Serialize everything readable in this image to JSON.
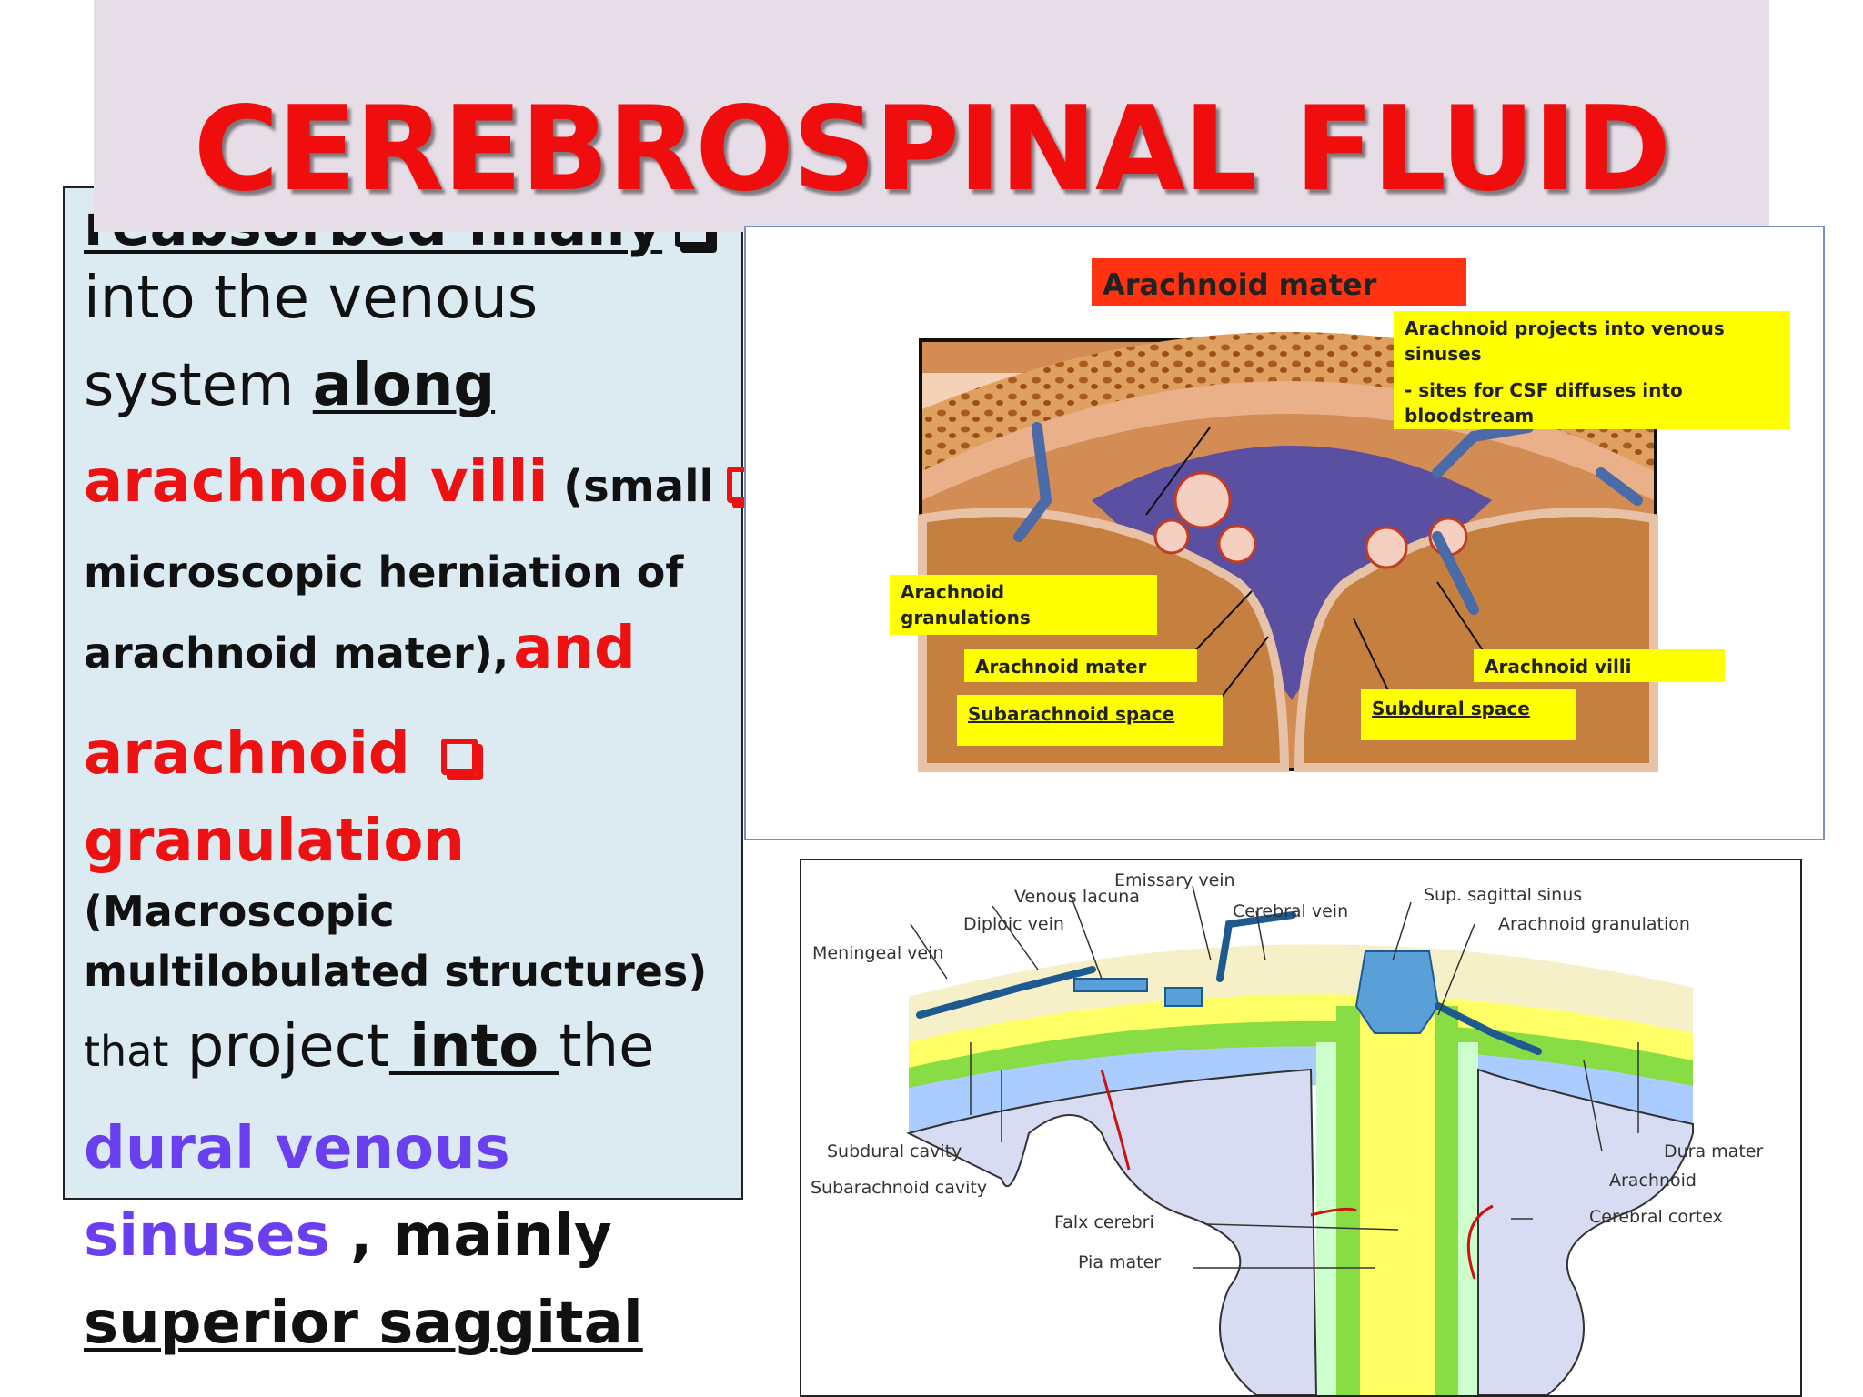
{
  "title": "CEREBROSPINAL FLUID",
  "body_text": {
    "l1": "reabsorbed finally",
    "l2": "into the venous",
    "l3a": "system ",
    "l3b": "along",
    "l4a": "arachnoid villi",
    "l4b": " (small",
    "l5": "microscopic herniation of",
    "l6a": "arachnoid mater),",
    "l6b": "and",
    "l7": "arachnoid",
    "l8": "granulation",
    "l9": "(Macroscopic",
    "l10": "multilobulated structures)",
    "l11a": "that",
    "l11b": " project",
    "l11c": " into ",
    "l11d": "the",
    "l12": "dural venous",
    "l13a": "sinuses",
    "l13b": " , mainly",
    "l14": "superior saggital"
  },
  "figure1": {
    "title": "Arachnoid  mater",
    "callout1": "Arachnoid projects into venous sinuses",
    "callout2": "- sites for CSF diffuses into bloodstream",
    "granulations": "Arachnoid granulations",
    "mater": "Arachnoid mater",
    "villi": "Arachnoid  villi",
    "subarachnoid": "Subarachnoid space",
    "subdural": "Subdural space"
  },
  "figure2": {
    "emissary": "Emissary vein",
    "lacuna": "Venous lacuna",
    "cerebral_vein": "Cerebral vein",
    "sinus": "Sup. sagittal sinus",
    "diploic": "Diploic vein",
    "granulation": "Arachnoid granulation",
    "meningeal": "Meningeal vein",
    "subdural": "Subdural cavity",
    "subarachnoid": "Subarachnoid cavity",
    "dura": "Dura mater",
    "arachnoid": "Arachnoid",
    "falx": "Falx cerebri",
    "cortex": "Cerebral cortex",
    "pia": "Pia mater"
  },
  "colors": {
    "title": "#f00d0d",
    "highlight_red": "#ee1111",
    "highlight_purple": "#6a3ff0",
    "panel_bg": "#dcebf2",
    "banner_bg": "#e6dde6",
    "callout_yellow": "#ffff00",
    "label_orange": "#ff3311"
  }
}
